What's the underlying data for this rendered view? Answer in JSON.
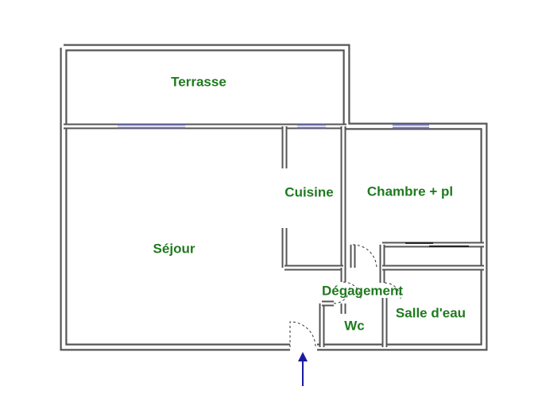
{
  "colors": {
    "wall": "#555555",
    "label": "#1f7a1f",
    "window": "#7777ee",
    "entry_arrow": "#1a1aa0"
  },
  "rooms": {
    "terrasse": "Terrasse",
    "sejour": "Séjour",
    "cuisine": "Cuisine",
    "chambre": "Chambre + pl",
    "degagement": "Dégagement",
    "wc": "Wc",
    "salle_eau": "Salle d'eau"
  },
  "entry_icon": "arrow-up-icon"
}
